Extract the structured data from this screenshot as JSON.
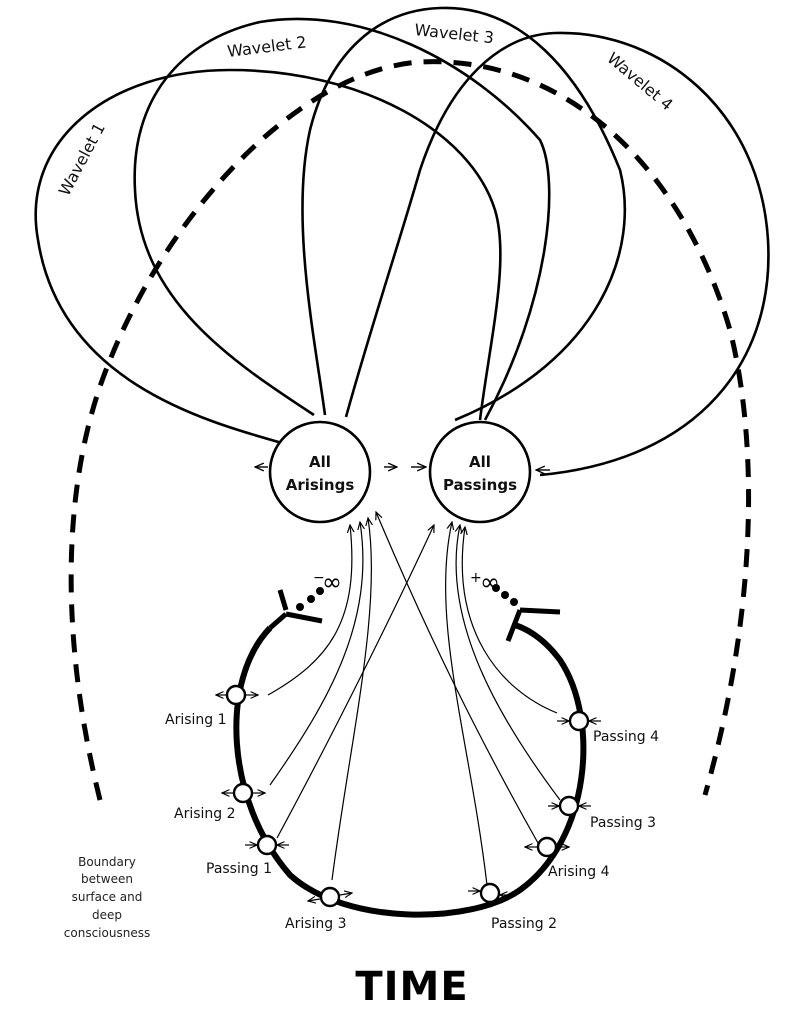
{
  "diagram": {
    "wavelets": [
      {
        "label": "Wavelet 1"
      },
      {
        "label": "Wavelet 2"
      },
      {
        "label": "Wavelet 3"
      },
      {
        "label": "Wavelet 4"
      }
    ],
    "hubs": {
      "arisings": {
        "line1": "All",
        "line2": "Arisings"
      },
      "passings": {
        "line1": "All",
        "line2": "Passings"
      }
    },
    "events": [
      {
        "label": "Arising 1"
      },
      {
        "label": "Arising 2"
      },
      {
        "label": "Passing 1"
      },
      {
        "label": "Arising 3"
      },
      {
        "label": "Passing 2"
      },
      {
        "label": "Arising 4"
      },
      {
        "label": "Passing 3"
      },
      {
        "label": "Passing 4"
      }
    ],
    "infinity": {
      "minus_sign": "−",
      "plus_sign": "+",
      "symbol": "∞"
    },
    "boundary_note": {
      "lines": [
        "Boundary",
        "between",
        "surface and",
        "deep",
        "consciousness"
      ]
    },
    "time_label": "TIME"
  }
}
